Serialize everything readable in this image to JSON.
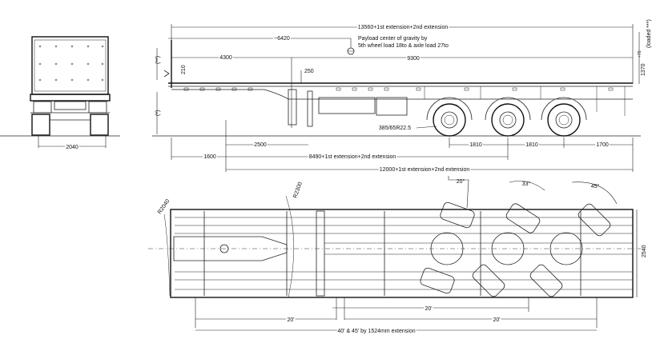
{
  "side_view": {
    "overall_length": "13560+1st extension+2nd extension",
    "cog_distance": "~6420",
    "cog_note_line1": "Payload center of gravity by",
    "cog_note_line2": "5th wheel load 18to & axle load 27to",
    "front_to_kingpin": "4300",
    "kingpin_to_rear": "9300",
    "deck_height_front": "210",
    "kingpin_offset": "250",
    "height_loaded": "1370",
    "height_tolerance": "+75",
    "loaded_note": "(loaded ***)",
    "note_double_star": "(**)",
    "note_star": "(*)",
    "tire_size": "385/65R22.5",
    "axle_spacing_1": "1810",
    "axle_spacing_2": "1810",
    "rear_overhang": "1700",
    "landing_gear": "2500",
    "front_overhang": "1600",
    "kingpin_to_axle": "8490+1st extension+2nd extension",
    "kingpin_to_rear_total": "12000+1st extension+2nd extension"
  },
  "front_view": {
    "width": "2040"
  },
  "plan_view": {
    "width": "2540",
    "front_radius": "R2040",
    "swing_radius": "R2300",
    "steer_angle_1": "20°",
    "steer_angle_2": "33°",
    "steer_angle_3": "45°",
    "container_20_mid": "20'",
    "container_20_front": "20'",
    "container_20_rear": "20'",
    "container_40_45": "40' & 45' by 1524mm extension"
  }
}
